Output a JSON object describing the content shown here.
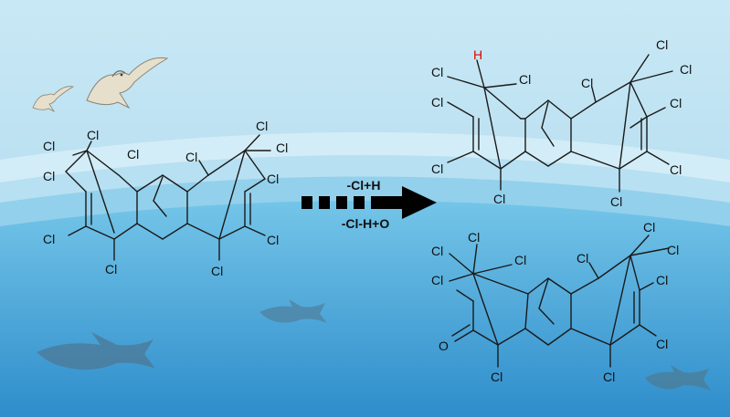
{
  "colors": {
    "sky_top": "#c5e6f3",
    "sky_bottom": "#a9d8ec",
    "sea_top": "#6dc1e6",
    "sea_bottom": "#2f8fcc",
    "wave_light": "#d8eff8",
    "shark": "#4a7f9e",
    "bird": "#e8e0cf",
    "bond": "#1a1a1a",
    "hydrogen": "#e00000"
  },
  "reaction": {
    "label_top": "-Cl+H",
    "label_bottom": "-Cl-H+O"
  },
  "atoms": {
    "chlorine": "Cl",
    "hydrogen": "H",
    "oxygen": "O"
  },
  "icons": [
    "seagull-icon",
    "shark-icon",
    "arrow-right-icon"
  ]
}
